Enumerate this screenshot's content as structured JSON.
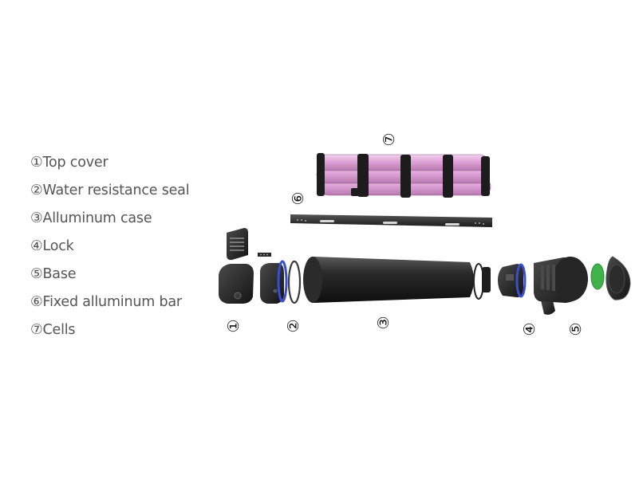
{
  "legend": [
    {
      "num": "①",
      "text": "Top cover"
    },
    {
      "num": "②",
      "text": "Water resistance seal"
    },
    {
      "num": "③",
      "text": "Alluminum case"
    },
    {
      "num": "④",
      "text": "Lock"
    },
    {
      "num": "⑤",
      "text": "Base"
    },
    {
      "num": "⑥",
      "text": "Fixed alluminum bar"
    },
    {
      "num": "⑦",
      "text": "Cells"
    }
  ],
  "callouts": [
    "①",
    "②",
    "③",
    "④",
    "⑤",
    "⑥",
    "⑦"
  ],
  "colors": {
    "cell_pink": "#dca2d6",
    "body_black": "#1f1f1f",
    "seal_blue": "#3a4fd0",
    "board_green": "#3fb34a",
    "legend_text": "#555555"
  }
}
